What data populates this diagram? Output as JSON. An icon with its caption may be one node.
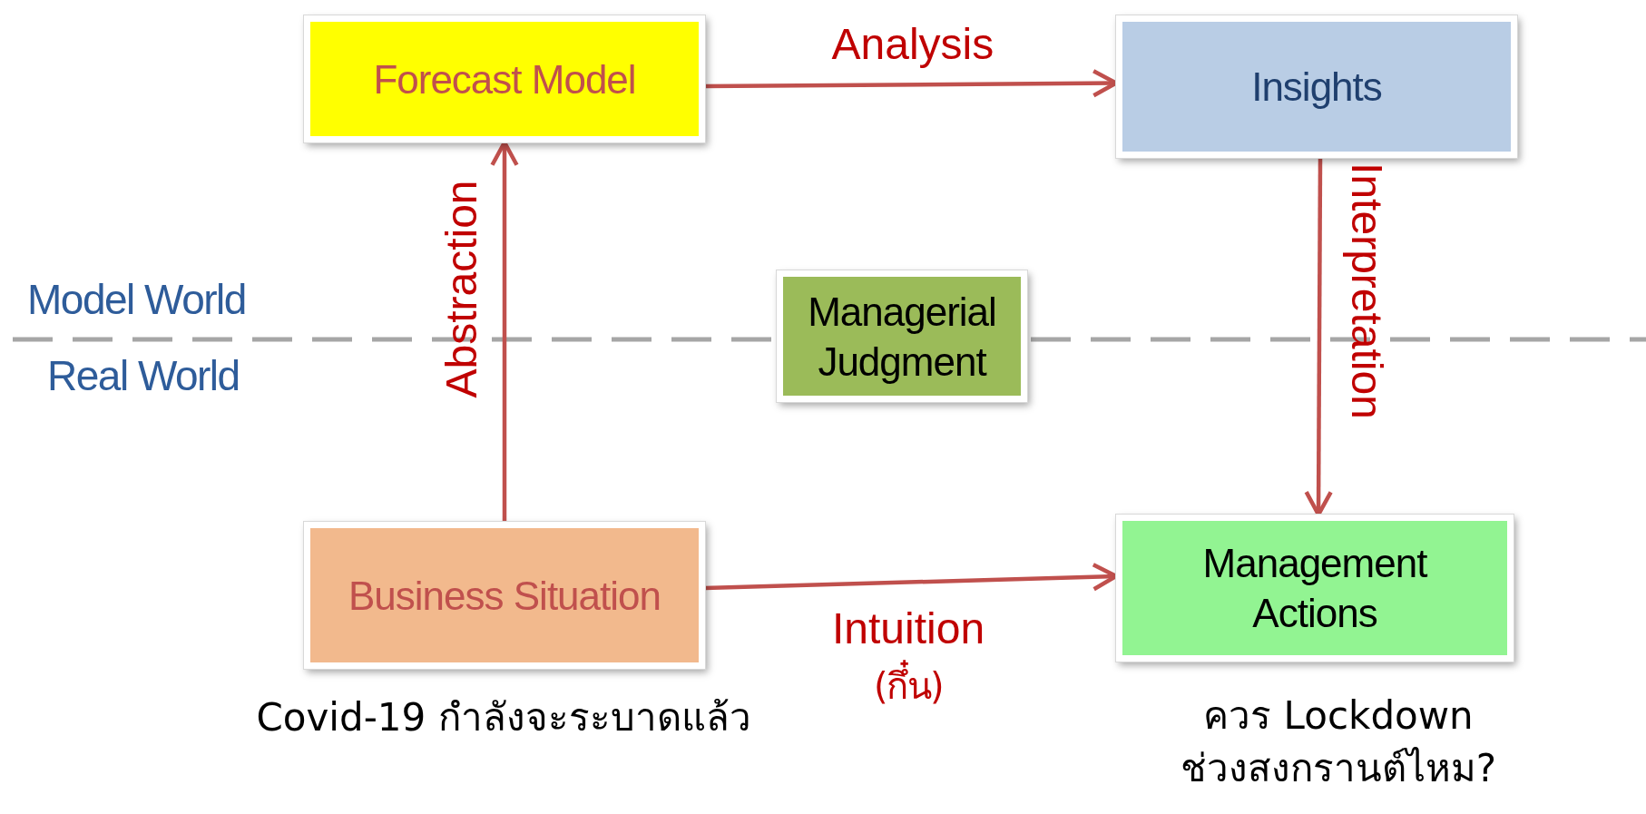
{
  "diagram": {
    "nodes": [
      {
        "text": [
          "Forecast Model"
        ]
      },
      {
        "text": [
          "Insights"
        ]
      },
      {
        "text": [
          "Managerial Judgment"
        ]
      },
      {
        "text": [
          "Business Situation"
        ],
        "beside": [
          "Covid-19 กำลังจะระบาดแล้ว"
        ]
      },
      {
        "text": [
          "Management Actions"
        ],
        "beside": [
          "ควร Lockdown ช่วงสงกรานต์ไหม?"
        ]
      }
    ],
    "edges": [
      {
        "from": 0,
        "to": 1,
        "arrow": "to",
        "label": "Analysis"
      },
      {
        "from": 1,
        "to": 4,
        "arrow": "to",
        "label": "Interpretation"
      },
      {
        "from": 3,
        "to": 0,
        "arrow": "to",
        "label": "Abstraction"
      },
      {
        "from": 3,
        "to": 4,
        "arrow": "to",
        "label": "Intuition"
      }
    ],
    "labels": [
      "Model World",
      "Real World",
      "(กึ๋น)"
    ]
  }
}
